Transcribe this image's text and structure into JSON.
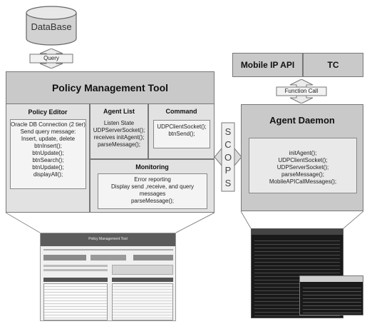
{
  "database": {
    "label": "DataBase"
  },
  "query_arrow": {
    "label": "Query"
  },
  "pmt": {
    "title": "Policy Management Tool",
    "policy_editor": {
      "title": "Policy Editor",
      "lines": [
        "Oracle DB Connection (2 tier)",
        "Send query message:",
        "Insert, update, delete",
        "btnInsert();",
        "btnUpdate();",
        "btnSearch();",
        "btnUpdate();",
        "displayAll();"
      ]
    },
    "agent_list": {
      "title": "Agent List",
      "lines": [
        "Listen State",
        "UDPServerSocket();",
        "receives initAgent();",
        "parseMessage();"
      ]
    },
    "command": {
      "title": "Command",
      "lines": [
        "UDPClientSocket();",
        "btnSend();"
      ]
    },
    "monitoring": {
      "title": "Monitoring",
      "lines": [
        "Error reporting",
        "Display send ,receive, and query",
        "messages",
        "parseMessage();"
      ]
    }
  },
  "scops": {
    "letters": [
      "S",
      "C",
      "O",
      "P",
      "S"
    ]
  },
  "mobile_ip_api": {
    "label": "Mobile IP API"
  },
  "tc": {
    "label": "TC"
  },
  "function_call_arrow": {
    "label": "Function Call"
  },
  "agent_daemon": {
    "title": "Agent Daemon",
    "lines": [
      "initAgent();",
      "UDPClientSocket();",
      "UDPServerSocket();",
      "parseMessage();",
      "MobileAPICallMessages();"
    ]
  },
  "screenshot_pmt": {
    "title": "Policy Management Tool"
  },
  "colors": {
    "gray_box": "#c9c9c9",
    "light_box": "#e2e2e2",
    "arrow_fill": "#eeeeee",
    "terminal": "#1a1a1a"
  }
}
